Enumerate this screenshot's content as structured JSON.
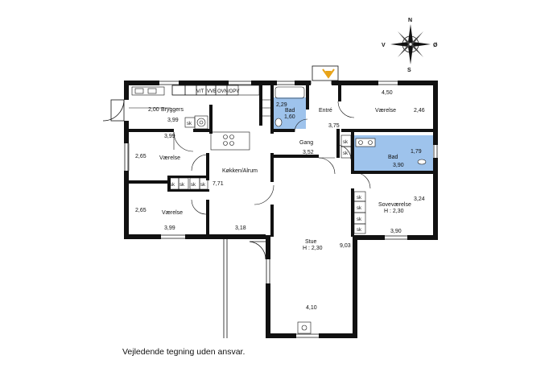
{
  "compass": {
    "n": "N",
    "s": "S",
    "v": "V",
    "o": "Ø"
  },
  "rooms": {
    "bryggers": "Bryggers",
    "vaerelse1": "Værelse",
    "vaerelse2": "Værelse",
    "vaerelse_ne": "Værelse",
    "kokken": "Køkken/Alrum",
    "bad1": "Bad",
    "bad2": "Bad",
    "entre": "Entré",
    "gang": "Gang",
    "sovevaerelse": "Soveværelse",
    "sove_height": "H : 2,30",
    "stue": "Stue",
    "stue_height": "H : 2,30"
  },
  "appliances": [
    "V/T",
    "VVB",
    "OVN/OPV"
  ],
  "closet_label": "sk",
  "dimensions": {
    "bryg_w": "2,00",
    "bryg_d": "3,99",
    "v1_top": "3,99",
    "v1_h": "2,65",
    "v2_h": "2,65",
    "v2_w": "3,99",
    "kok_d": "7,71",
    "kok_w": "3,18",
    "bad1_a": "2,29",
    "bad1_b": "1,60",
    "entre_d": "3,75",
    "gang_w": "3,52",
    "vne_w": "4,50",
    "vne_d": "2,46",
    "bad2_d": "1,79",
    "bad2_w": "3,90",
    "sove_d": "3,24",
    "sove_w": "3,90",
    "stue_d": "9,03",
    "stue_w": "4,10"
  },
  "disclaimer": "Vejledende tegning uden ansvar."
}
